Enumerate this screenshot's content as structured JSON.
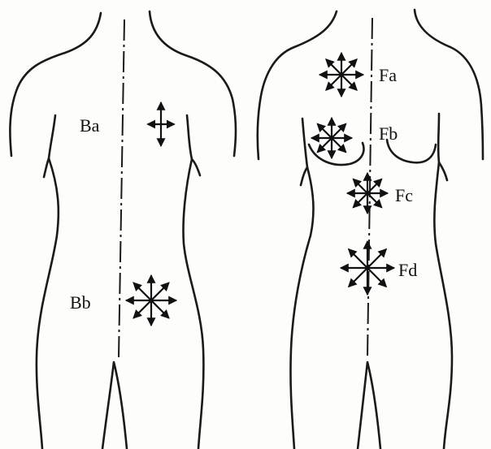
{
  "figures": {
    "back": {
      "labels": {
        "upper": "Ba",
        "lower": "Bb"
      }
    },
    "front": {
      "labels": {
        "a": "Fa",
        "b": "Fb",
        "c": "Fc",
        "d": "Fd"
      }
    }
  },
  "markers": [
    {
      "id": "Ba",
      "type": "cross-4"
    },
    {
      "id": "Bb",
      "type": "star-8"
    },
    {
      "id": "Fa",
      "type": "star-8"
    },
    {
      "id": "Fb",
      "type": "star-8"
    },
    {
      "id": "Fc",
      "type": "star-8"
    },
    {
      "id": "Fd",
      "type": "star-8"
    }
  ]
}
